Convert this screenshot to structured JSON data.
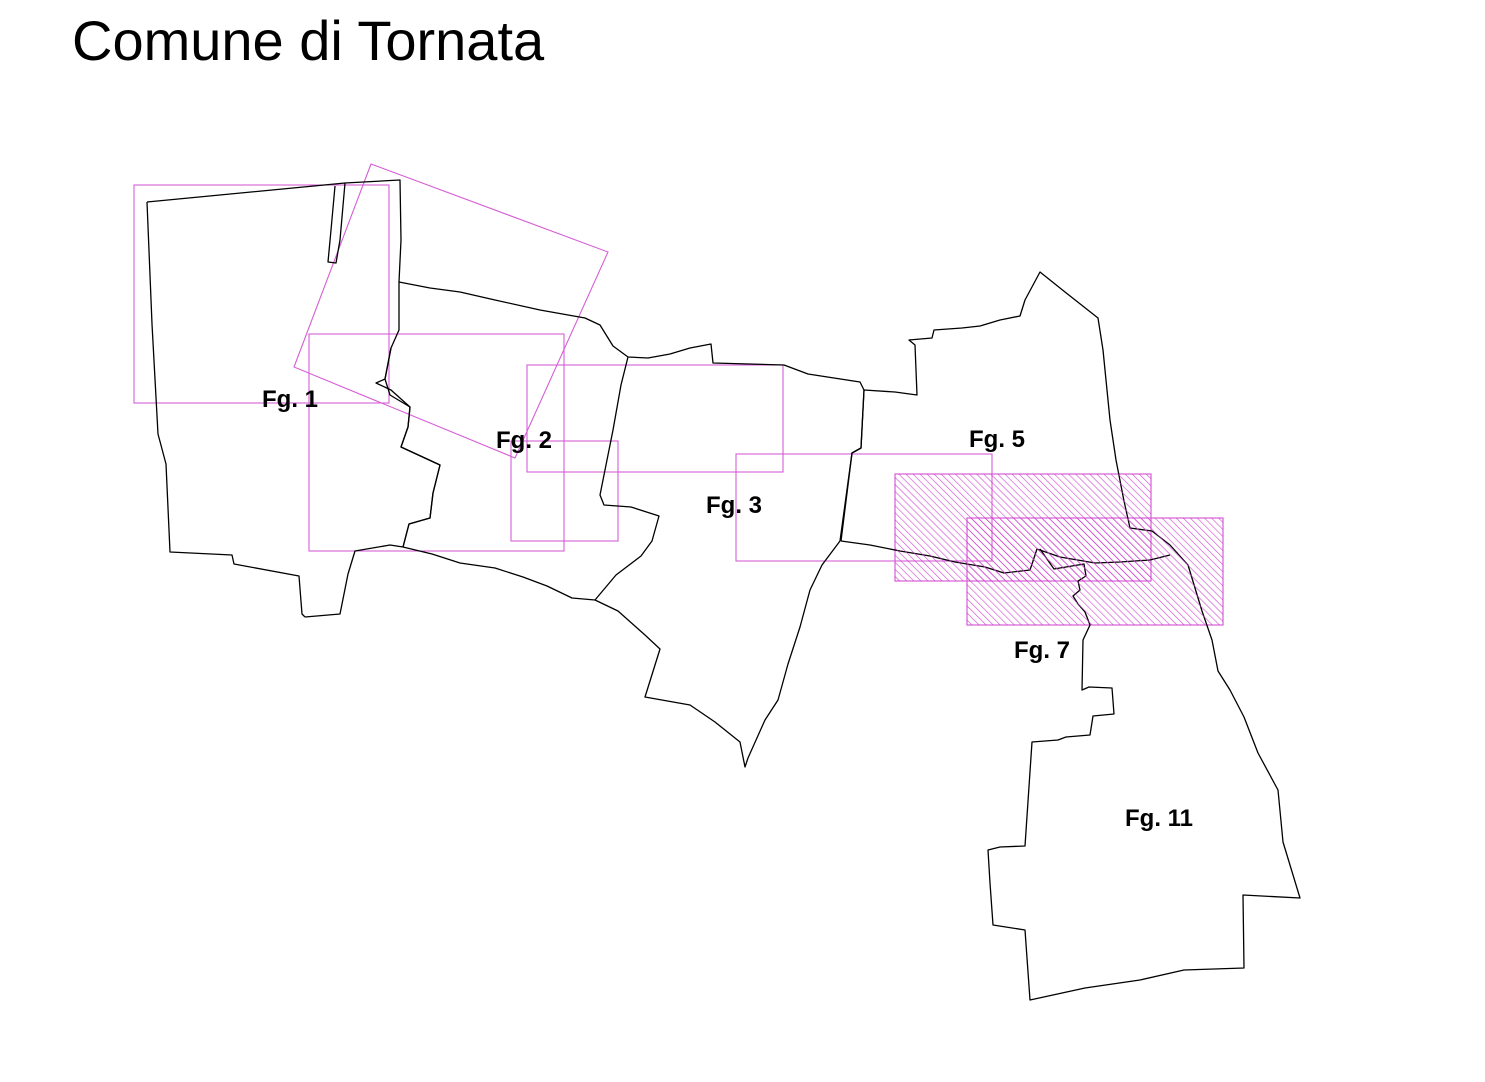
{
  "title": "Comune di Tornata",
  "colors": {
    "boundary": "#000000",
    "frame": "#d65fd6",
    "hatch": "#cc33cc",
    "background": "#ffffff"
  },
  "sheets": [
    {
      "id": "fg1",
      "label": "Fg. 1"
    },
    {
      "id": "fg2",
      "label": "Fg. 2"
    },
    {
      "id": "fg3",
      "label": "Fg. 3"
    },
    {
      "id": "fg5",
      "label": "Fg. 5"
    },
    {
      "id": "fg7",
      "label": "Fg. 7"
    },
    {
      "id": "fg11",
      "label": "Fg. 11"
    }
  ]
}
